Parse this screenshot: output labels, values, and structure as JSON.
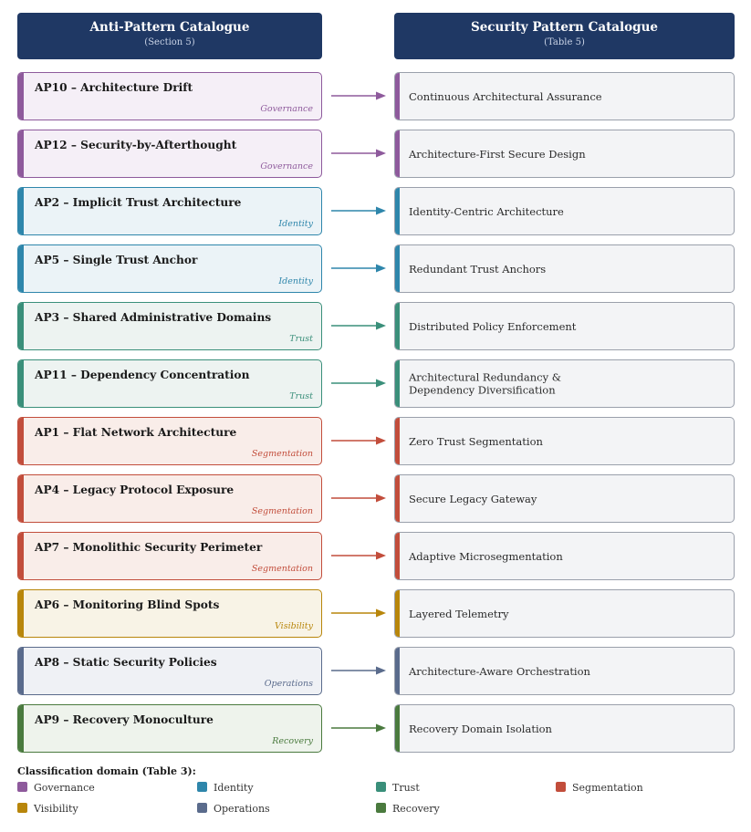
{
  "header_left": {
    "title": "Anti-Pattern Catalogue",
    "subtitle": "(Section 5)"
  },
  "header_right": {
    "title": "Security Pattern Catalogue",
    "subtitle": "(Table 5)"
  },
  "domains": {
    "Governance": {
      "color": "#8e5a9c",
      "bg": "#f5eff7"
    },
    "Identity": {
      "color": "#2e86ab",
      "bg": "#ebf3f7"
    },
    "Trust": {
      "color": "#3a8f7a",
      "bg": "#edf3f1"
    },
    "Segmentation": {
      "color": "#c24d3b",
      "bg": "#f9ede9"
    },
    "Visibility": {
      "color": "#b8860b",
      "bg": "#f8f3e6"
    },
    "Operations": {
      "color": "#5a6b8c",
      "bg": "#eff1f5"
    },
    "Recovery": {
      "color": "#4a7a3e",
      "bg": "#eef3ec"
    }
  },
  "rows": [
    {
      "ap": "AP10 – Architecture Drift",
      "domain": "Governance",
      "sp": "Continuous Architectural Assurance"
    },
    {
      "ap": "AP12 – Security-by-Afterthought",
      "domain": "Governance",
      "sp": "Architecture-First Secure Design"
    },
    {
      "ap": "AP2 – Implicit Trust Architecture",
      "domain": "Identity",
      "sp": "Identity-Centric Architecture"
    },
    {
      "ap": "AP5 – Single Trust Anchor",
      "domain": "Identity",
      "sp": "Redundant Trust Anchors"
    },
    {
      "ap": "AP3 – Shared Administrative Domains",
      "domain": "Trust",
      "sp": "Distributed Policy Enforcement"
    },
    {
      "ap": "AP11 – Dependency Concentration",
      "domain": "Trust",
      "sp": "Architectural Redundancy &\nDependency Diversification"
    },
    {
      "ap": "AP1 – Flat Network Architecture",
      "domain": "Segmentation",
      "sp": "Zero Trust Segmentation"
    },
    {
      "ap": "AP4 – Legacy Protocol Exposure",
      "domain": "Segmentation",
      "sp": "Secure Legacy Gateway"
    },
    {
      "ap": "AP7 – Monolithic Security Perimeter",
      "domain": "Segmentation",
      "sp": "Adaptive Microsegmentation"
    },
    {
      "ap": "AP6 – Monitoring Blind Spots",
      "domain": "Visibility",
      "sp": "Layered Telemetry"
    },
    {
      "ap": "AP8 – Static Security Policies",
      "domain": "Operations",
      "sp": "Architecture-Aware Orchestration"
    },
    {
      "ap": "AP9 – Recovery Monoculture",
      "domain": "Recovery",
      "sp": "Recovery Domain Isolation"
    }
  ],
  "legend": {
    "title": "Classification domain (Table 3):",
    "items": [
      "Governance",
      "Identity",
      "Trust",
      "Segmentation",
      "Visibility",
      "Operations",
      "Recovery"
    ]
  }
}
